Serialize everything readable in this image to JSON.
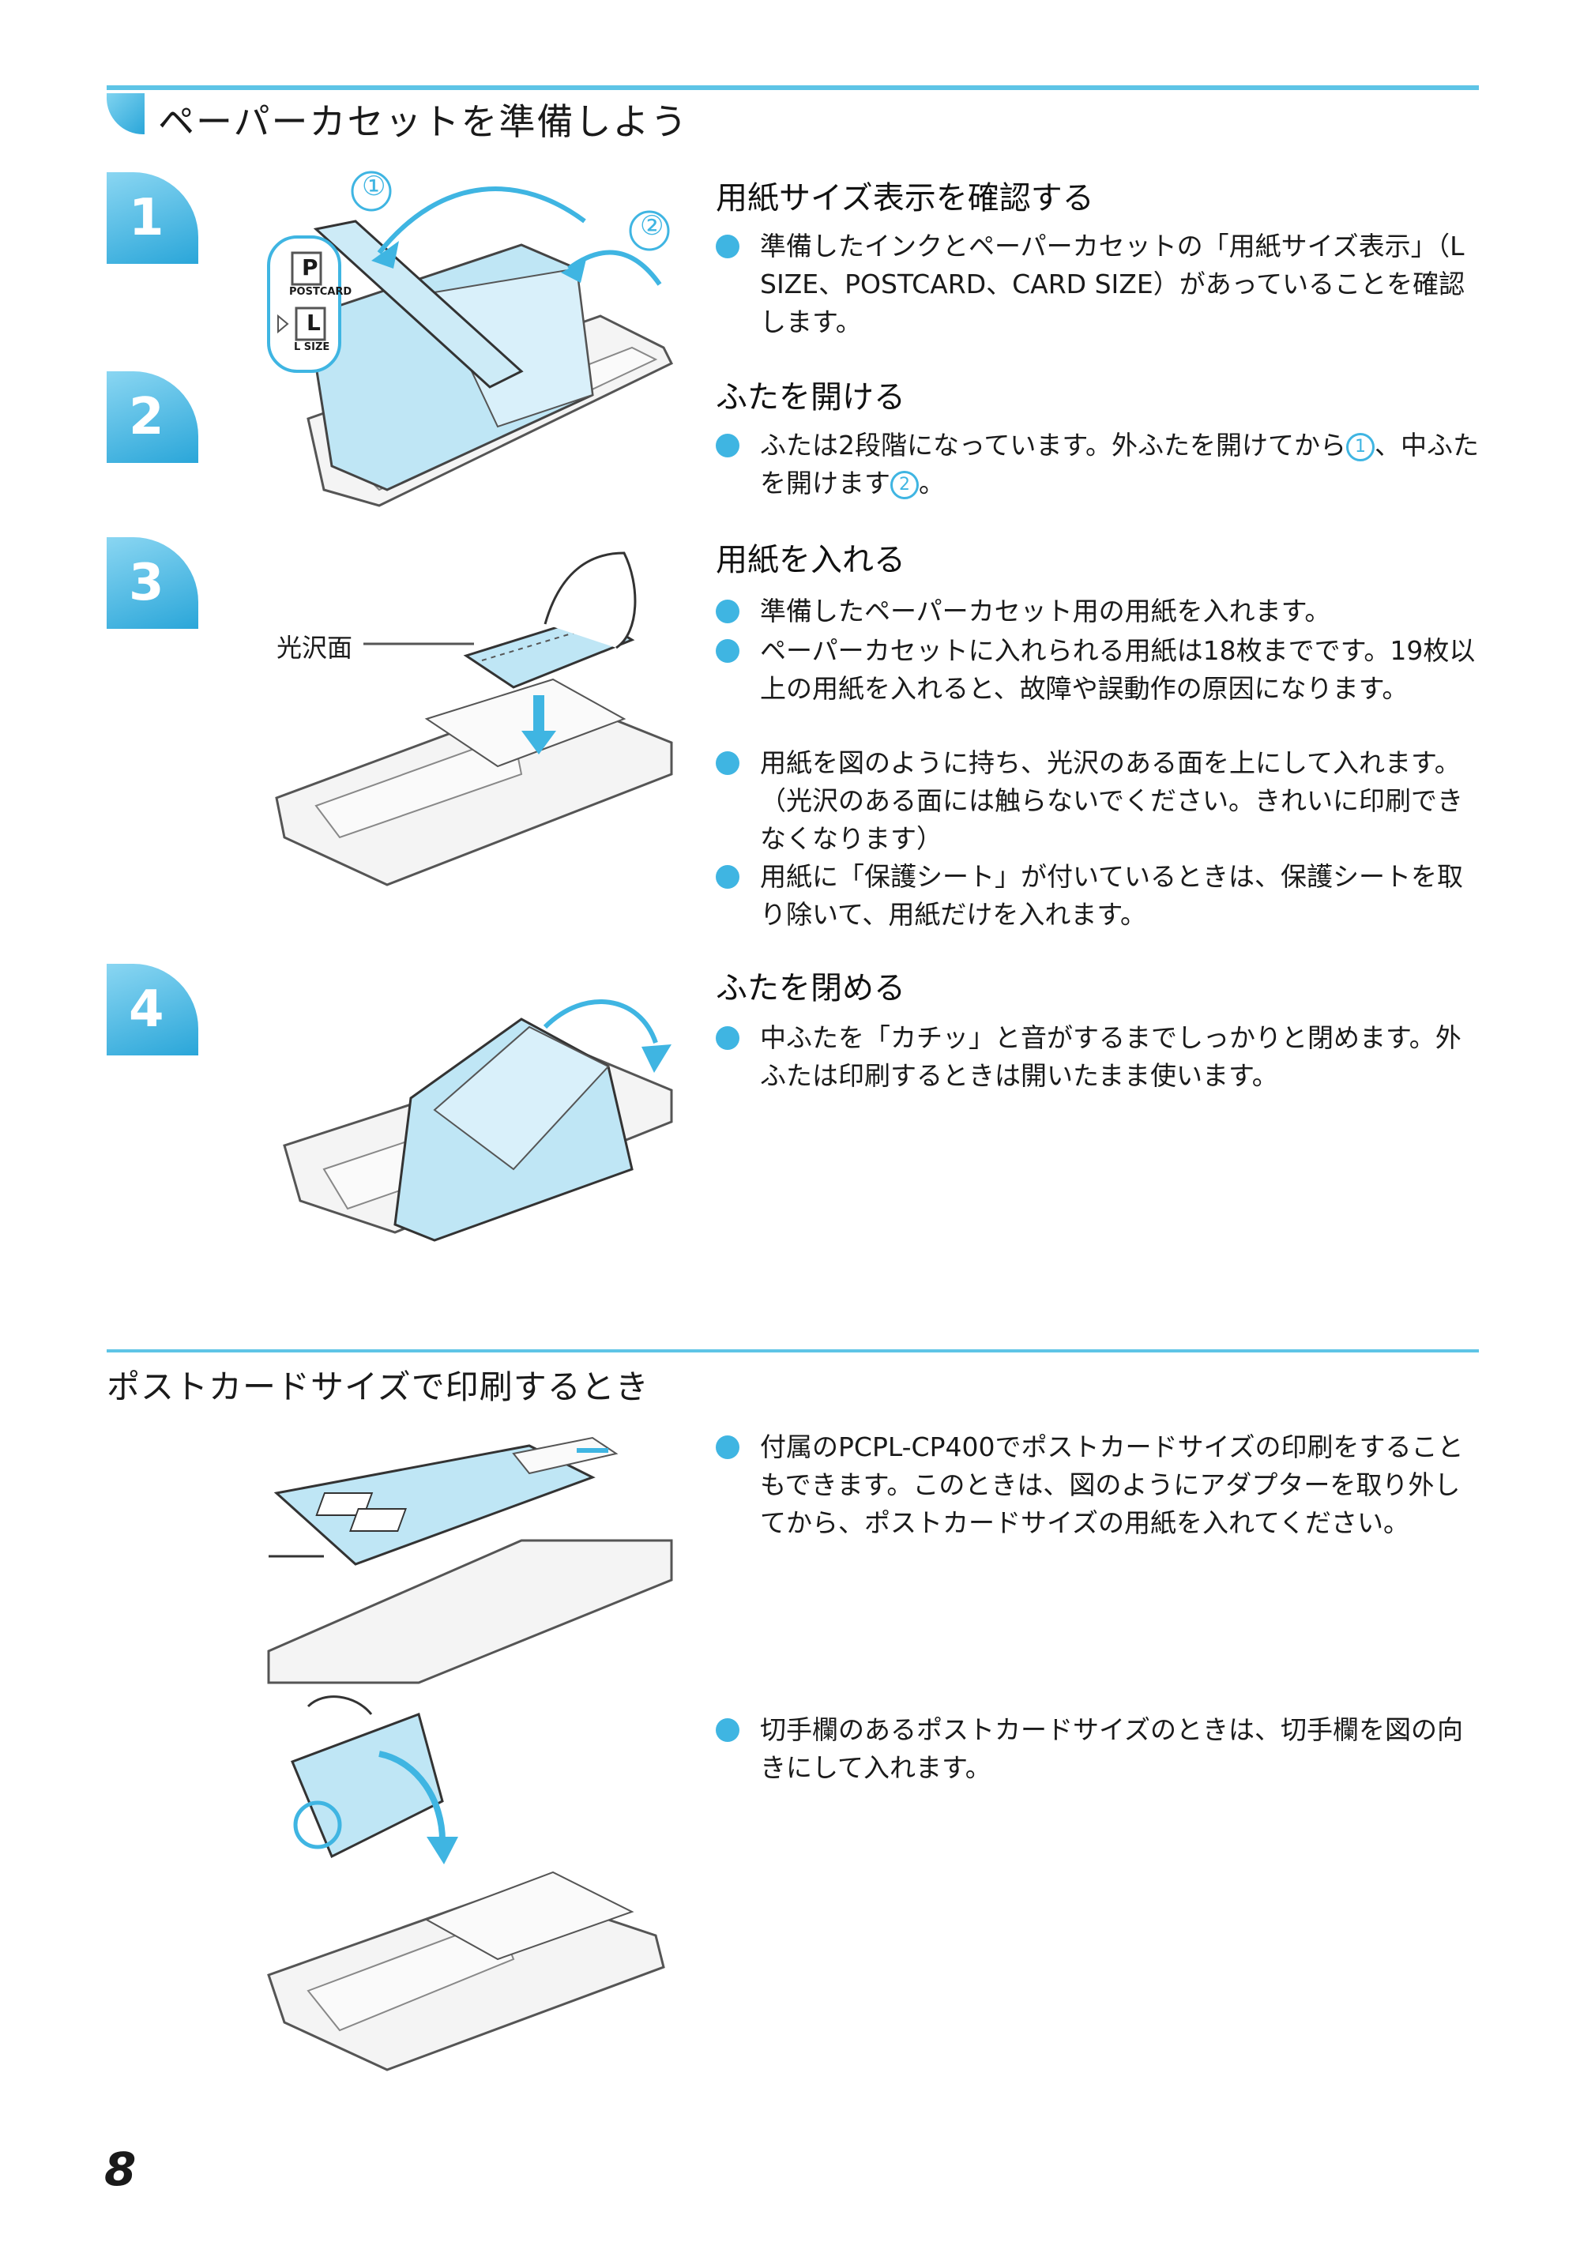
{
  "page": {
    "title": "ペーパーカセットを準備しよう",
    "page_number": "8",
    "accent_color": "#3fb5e2"
  },
  "steps": [
    {
      "number": "1",
      "heading": "用紙サイズ表示を確認する",
      "bullets": [
        "準備したインクとペーパーカセットの「用紙サイズ表示」（L SIZE、POSTCARD、CARD SIZE）があっていることを確認します。"
      ]
    },
    {
      "number": "2",
      "heading": "ふたを開ける",
      "bullet_prefix": "ふたは2段階になっています。外ふたを開けてから",
      "bullet_mid": "、中ふたを開けます",
      "bullet_suffix": "。",
      "marker1": "1",
      "marker2": "2"
    },
    {
      "number": "3",
      "heading": "用紙を入れる",
      "bullets": [
        "準備したペーパーカセット用の用紙を入れます。",
        "ペーパーカセットに入れられる用紙は18枚までです。19枚以上の用紙を入れると、故障や誤動作の原因になります。",
        "用紙を図のように持ち、光沢のある面を上にして入れます。（光沢のある面には触らないでください。きれいに印刷できなくなります）",
        "用紙に「保護シート」が付いているときは、保護シートを取り除いて、用紙だけを入れます。"
      ]
    },
    {
      "number": "4",
      "heading": "ふたを閉める",
      "bullets": [
        "中ふたを「カチッ」と音がするまでしっかりと閉めます。外ふたは印刷するときは開いたまま使います。"
      ]
    }
  ],
  "illustration": {
    "callout1": "①",
    "callout2": "②",
    "size_label_postcard": "POSTCARD",
    "size_label_l": "L SIZE",
    "size_letter_p": "P",
    "size_letter_l": "L",
    "gloss_label": "光沢面"
  },
  "postcard_section": {
    "title": "ポストカードサイズで印刷するとき",
    "bullets": [
      "付属のPCPL-CP400でポストカードサイズの印刷をすることもできます。このときは、図のようにアダプターを取り外してから、ポストカードサイズの用紙を入れてください。",
      "切手欄のあるポストカードサイズのときは、切手欄を図の向きにして入れます。"
    ]
  }
}
